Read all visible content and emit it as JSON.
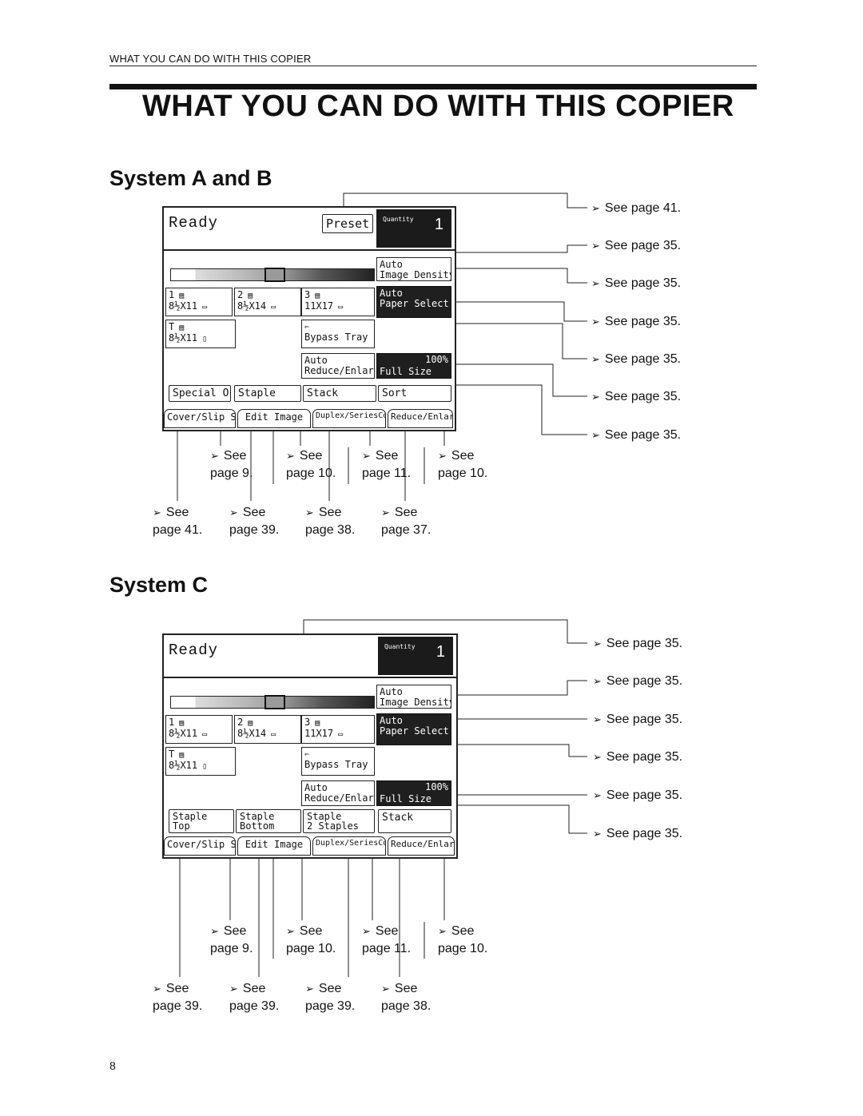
{
  "running_head": "WHAT YOU CAN DO WITH THIS COPIER",
  "title": "WHAT YOU CAN DO WITH THIS COPIER",
  "page_number": "8",
  "arrow_glyph": "➢",
  "system_ab": {
    "heading": "System A and B",
    "panel": {
      "ready": "Ready",
      "preset": "Preset",
      "quantity_label": "Quantity",
      "quantity_value": "1",
      "auto_density": [
        "Auto",
        "Image Density"
      ],
      "trays": [
        {
          "num": "1",
          "size": "8½X11"
        },
        {
          "num": "2",
          "size": "8½X14"
        },
        {
          "num": "3",
          "size": "11X17"
        },
        {
          "num": "T",
          "size": "8½X11"
        }
      ],
      "bypass": "Bypass Tray",
      "auto_paper": [
        "Auto",
        "Paper Select"
      ],
      "auto_reduce": [
        "Auto",
        "Reduce/Enlarge"
      ],
      "full_size": {
        "pct": "100%",
        "label": "Full Size"
      },
      "keys": [
        "Special Orig.",
        "Staple",
        "Stack",
        "Sort"
      ],
      "tabs": [
        "Cover/Slip Sheet",
        "Edit Image",
        "Duplex/SeriesCopies",
        "Reduce/Enlarge"
      ]
    },
    "right_refs": [
      "See page 41.",
      "See page 35.",
      "See page 35.",
      "See page 35.",
      "See page 35.",
      "See page 35.",
      "See page 35."
    ],
    "bottom_refs_row1": [
      {
        "see": "See",
        "page": "page 9."
      },
      {
        "see": "See",
        "page": "page 10."
      },
      {
        "see": "See",
        "page": "page 11."
      },
      {
        "see": "See",
        "page": "page 10."
      }
    ],
    "bottom_refs_row2": [
      {
        "see": "See",
        "page": "page 41."
      },
      {
        "see": "See",
        "page": "page 39."
      },
      {
        "see": "See",
        "page": "page 38."
      },
      {
        "see": "See",
        "page": "page 37."
      }
    ]
  },
  "system_c": {
    "heading": "System C",
    "panel": {
      "ready": "Ready",
      "quantity_label": "Quantity",
      "quantity_value": "1",
      "auto_density": [
        "Auto",
        "Image Density"
      ],
      "trays": [
        {
          "num": "1",
          "size": "8½X11"
        },
        {
          "num": "2",
          "size": "8½X14"
        },
        {
          "num": "3",
          "size": "11X17"
        },
        {
          "num": "T",
          "size": "8½X11"
        }
      ],
      "bypass": "Bypass Tray",
      "auto_paper": [
        "Auto",
        "Paper Select"
      ],
      "auto_reduce": [
        "Auto",
        "Reduce/Enlarge"
      ],
      "full_size": {
        "pct": "100%",
        "label": "Full Size"
      },
      "keys": [
        [
          "Staple",
          "Top"
        ],
        [
          "Staple",
          "Bottom"
        ],
        [
          "Staple",
          "2 Staples"
        ],
        [
          "Stack",
          ""
        ]
      ],
      "tabs": [
        "Cover/Slip Sheet",
        "Edit Image",
        "Duplex/SeriesCopies",
        "Reduce/Enlarge"
      ]
    },
    "right_refs": [
      "See page 35.",
      "See page 35.",
      "See page 35.",
      "See page 35.",
      "See page 35.",
      "See page 35."
    ],
    "bottom_refs_row1": [
      {
        "see": "See",
        "page": "page 9."
      },
      {
        "see": "See",
        "page": "page 10."
      },
      {
        "see": "See",
        "page": "page 11."
      },
      {
        "see": "See",
        "page": "page 10."
      }
    ],
    "bottom_refs_row2": [
      {
        "see": "See",
        "page": "page 39."
      },
      {
        "see": "See",
        "page": "page 39."
      },
      {
        "see": "See",
        "page": "page 39."
      },
      {
        "see": "See",
        "page": "page 38."
      }
    ]
  }
}
